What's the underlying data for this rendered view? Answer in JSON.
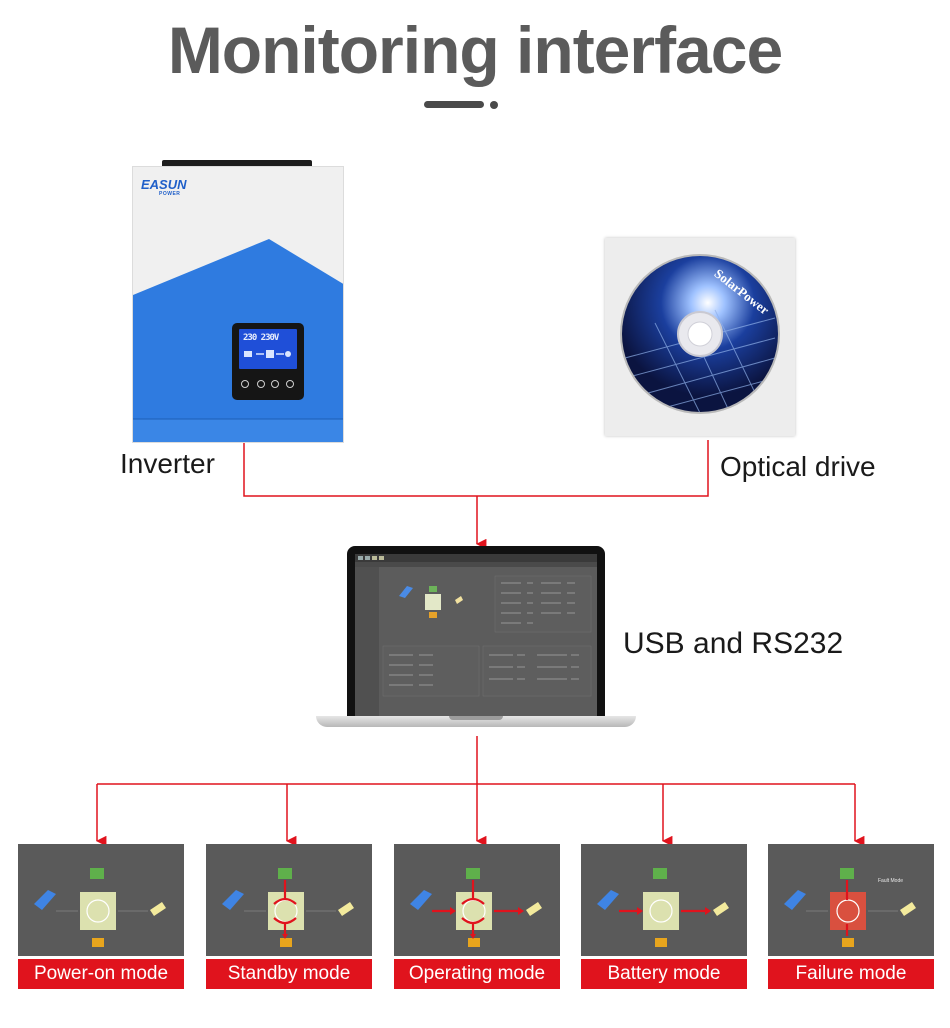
{
  "title": "Monitoring interface",
  "inverter": {
    "label": "Inverter",
    "brand": "EASUN",
    "brand_sub": "POWER",
    "lcd_reading": "230 230V"
  },
  "optical_drive": {
    "label": "Optical drive",
    "disc_text": "SolarPower"
  },
  "laptop": {
    "label": "USB and RS232"
  },
  "modes": [
    {
      "label": "Power-on mode"
    },
    {
      "label": "Standby mode"
    },
    {
      "label": "Operating mode"
    },
    {
      "label": "Battery mode"
    },
    {
      "label": "Failure mode",
      "note": "Fault Mode"
    }
  ],
  "colors": {
    "title": "#5b5b5b",
    "connector": "#e0131d",
    "mode_label_bg": "#e0131d",
    "inverter_blue": "#2f7be0",
    "lcd_blue": "#1f4fd8"
  }
}
